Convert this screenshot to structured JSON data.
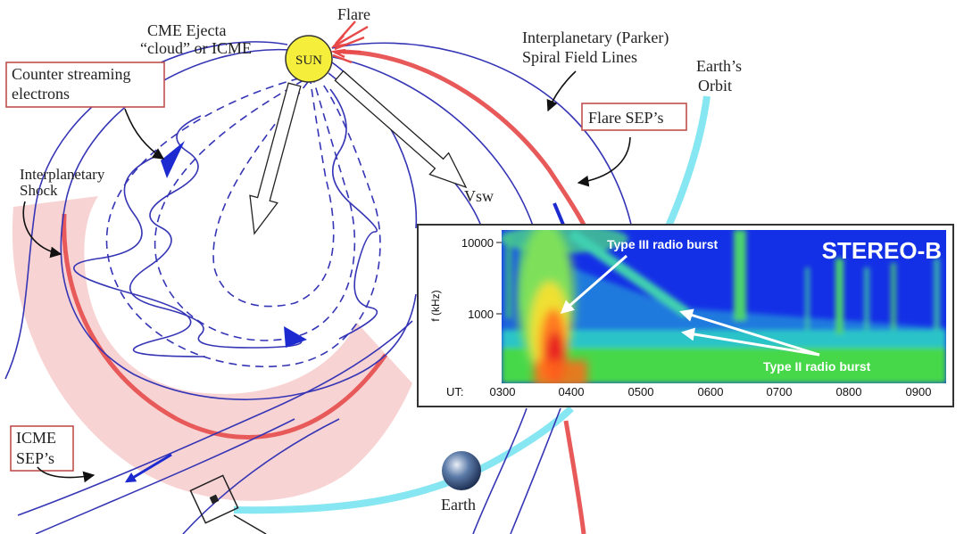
{
  "labels": {
    "flare": "Flare",
    "cme_line1": "CME Ejecta",
    "cme_line2": "“cloud” or ICME",
    "sun": "SUN",
    "counter_line1": "Counter streaming",
    "counter_line2": "electrons",
    "shock_line1": "Interplanetary",
    "shock_line2": "Shock",
    "parker_line1": "Interplanetary (Parker)",
    "parker_line2": "Spiral Field Lines",
    "orbit_line1": "Earth’s",
    "orbit_line2": "Orbit",
    "flare_sep": "Flare SEP’s",
    "vsw": "Vsw",
    "icme_sep_line1": "ICME",
    "icme_sep_line2": "SEP’s",
    "earth": "Earth"
  },
  "inset": {
    "spacecraft": "STEREO-B",
    "type3": "Type III radio burst",
    "type2": "Type II radio burst",
    "y_axis_label": "f (kHz)",
    "y_ticks": [
      "10000",
      "1000"
    ],
    "x_axis_prefix": "UT:",
    "x_ticks": [
      "0300",
      "0400",
      "0500",
      "0600",
      "0700",
      "0800",
      "0900"
    ]
  },
  "colors": {
    "field_line": "#3535b5",
    "flare_sep": "#e85a5a",
    "shock": "#e85a5a",
    "shock_region": "#f8d3d3",
    "orbit": "#86e6f2",
    "label_border": "#c0504d",
    "sun": "#f5ee3a",
    "spectrogram_background": "#1430e6"
  }
}
